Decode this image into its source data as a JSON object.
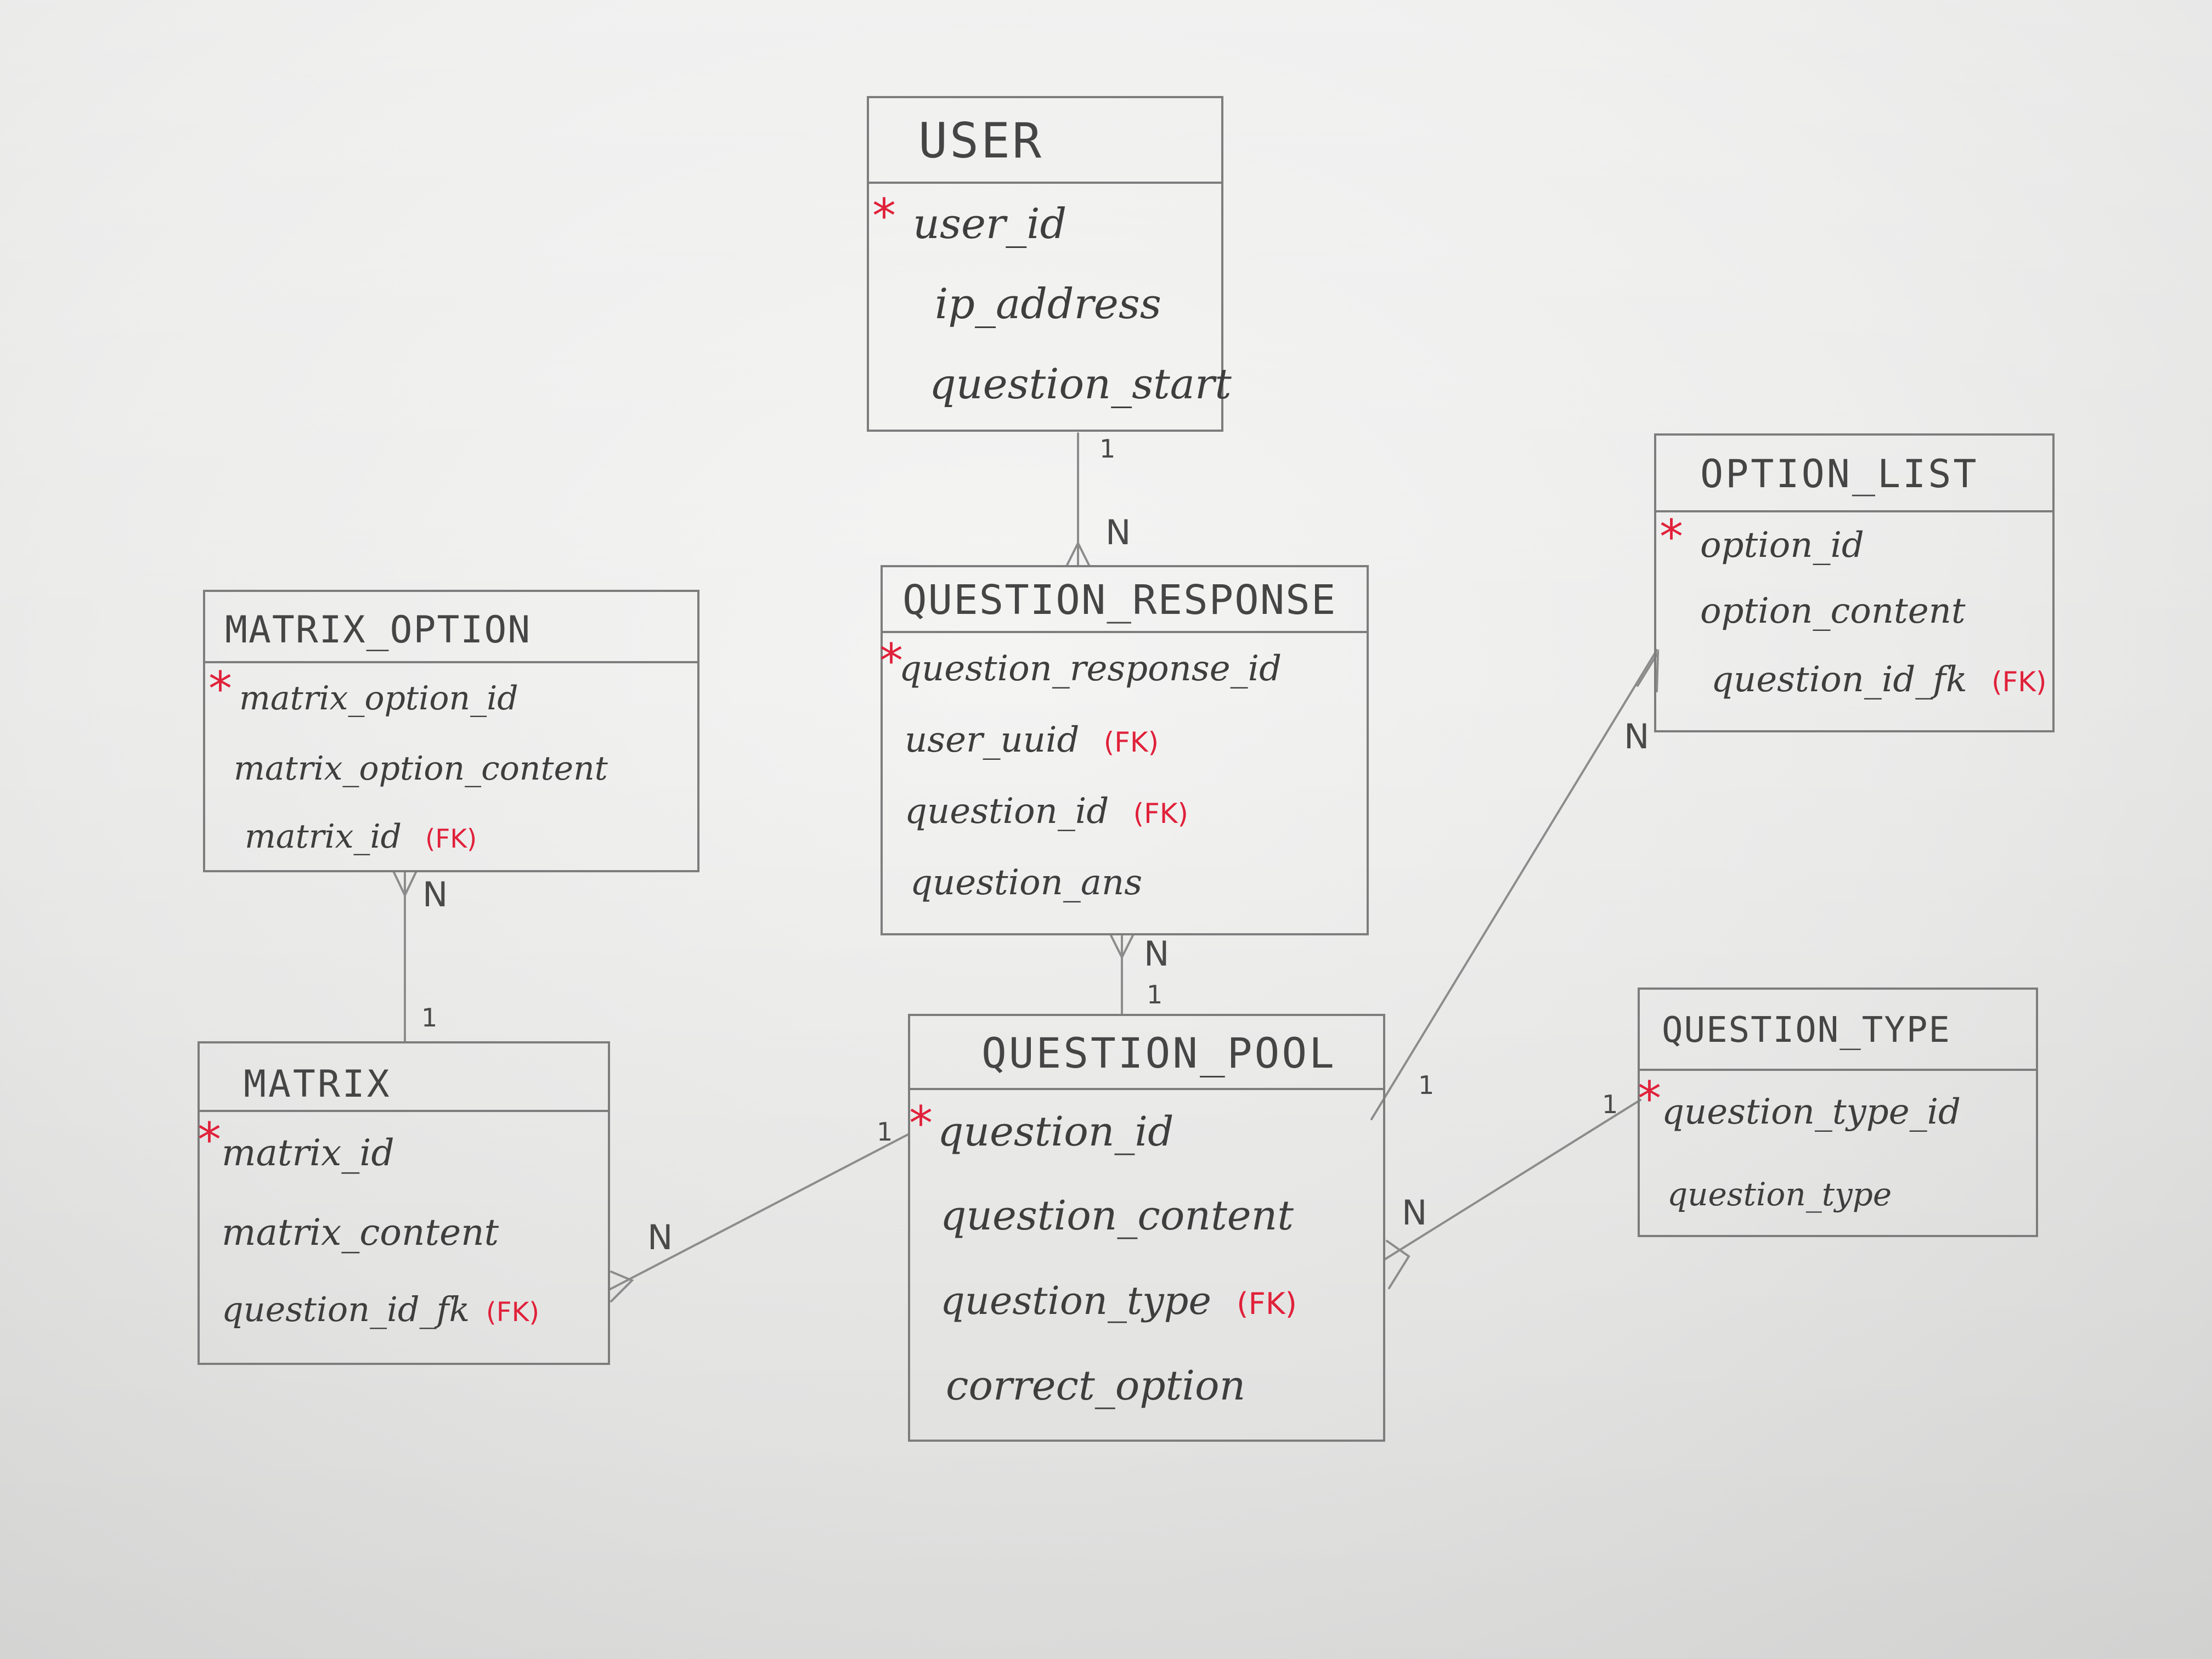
{
  "colors": {
    "paper": "#ebebea",
    "pencil": "#7d7d7d",
    "text": "#3f3f3f",
    "pk_fk_marker": "#e0213a"
  },
  "markers": {
    "primary_key": "*",
    "foreign_key": "(FK)"
  },
  "entities": {
    "user": {
      "title": "USER",
      "attributes": [
        "user_id",
        "ip_address",
        "question_start"
      ]
    },
    "question_response": {
      "title": "QUESTION_RESPONSE",
      "attributes": [
        "question_response_id",
        "user_uuid",
        "question_id",
        "question_ans"
      ]
    },
    "option_list": {
      "title": "OPTION_LIST",
      "attributes": [
        "option_id",
        "option_content",
        "question_id_fk"
      ]
    },
    "matrix_option": {
      "title": "MATRIX_OPTION",
      "attributes": [
        "matrix_option_id",
        "matrix_option_content",
        "matrix_id"
      ]
    },
    "matrix": {
      "title": "MATRIX",
      "attributes": [
        "matrix_id",
        "matrix_content",
        "question_id_fk"
      ]
    },
    "question_pool": {
      "title": "QUESTION_POOL",
      "attributes": [
        "question_id",
        "question_content",
        "question_type",
        "correct_option"
      ]
    },
    "question_type": {
      "title": "QUESTION_TYPE",
      "attributes": [
        "question_type_id",
        "question_type"
      ]
    }
  },
  "cardinality": {
    "one": "1",
    "many": "N"
  }
}
